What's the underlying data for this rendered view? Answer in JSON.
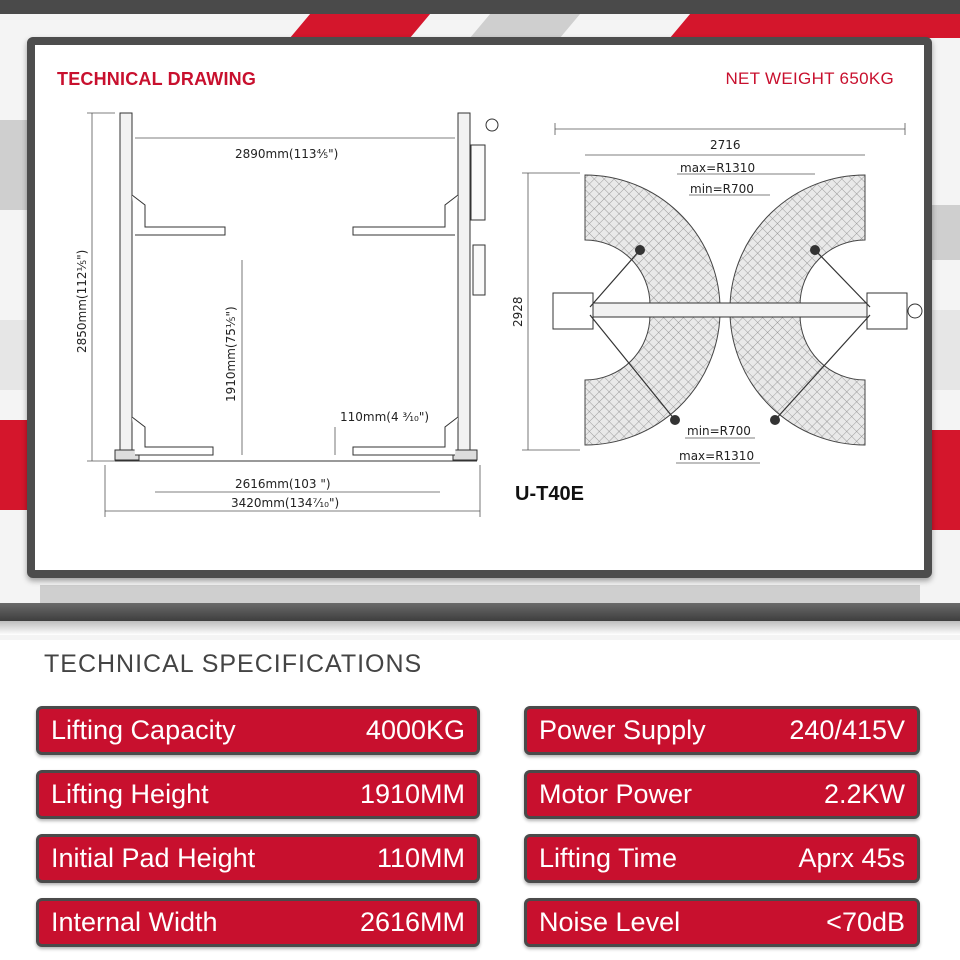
{
  "drawing": {
    "title": "TECHNICAL DRAWING",
    "net_weight": "NET WEIGHT 650KG",
    "model": "U-T40E",
    "front_view": {
      "inner_column_width": "2890mm(113⅘\")",
      "overall_height": "2850mm(112⅕\")",
      "lift_height": "1910mm(75⅕\")",
      "pad_height": "110mm(4 ³⁄₁₀\")",
      "internal_width": "2616mm(103 \")",
      "overall_width": "3420mm(134⁷⁄₁₀\")"
    },
    "top_view": {
      "width": "2716",
      "depth": "2928",
      "max_r_top": "max=R1310",
      "min_r_top": "min=R700",
      "min_r_bottom": "min=R700",
      "max_r_bottom": "max=R1310"
    }
  },
  "specs": {
    "heading": "TECHNICAL SPECIFICATIONS",
    "left": [
      {
        "label": "Lifting Capacity",
        "value": "4000KG"
      },
      {
        "label": "Lifting Height",
        "value": "1910MM"
      },
      {
        "label": "Initial Pad Height",
        "value": "110MM"
      },
      {
        "label": "Internal Width",
        "value": "2616MM"
      }
    ],
    "right": [
      {
        "label": "Power Supply",
        "value": "240/415V"
      },
      {
        "label": "Motor Power",
        "value": "2.2KW"
      },
      {
        "label": "Lifting Time",
        "value": "Aprx 45s"
      },
      {
        "label": "Noise Level",
        "value": "<70dB"
      }
    ]
  },
  "colors": {
    "brand_red": "#c8102e",
    "frame_grey": "#4d4d4d"
  }
}
